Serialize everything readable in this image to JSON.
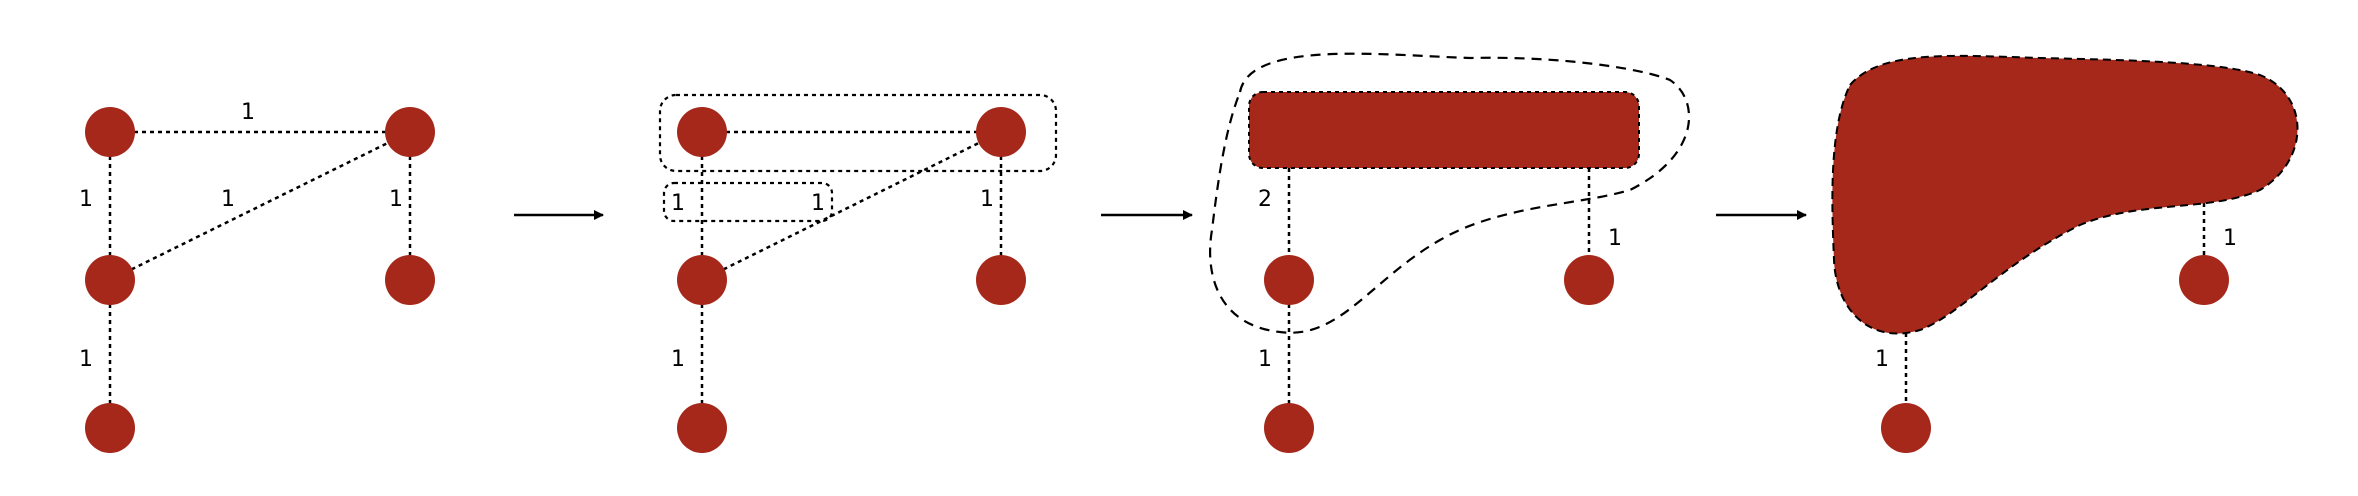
{
  "colors": {
    "node": "#a5281a",
    "line": "#000000",
    "background": "#ffffff"
  },
  "panel1": {
    "edge_labels": {
      "top": "1",
      "diagonal": "1",
      "left": "1",
      "right": "1",
      "bottom": "1"
    }
  },
  "panel2": {
    "edge_labels": {
      "group_left": "1",
      "group_right": "1",
      "right": "1",
      "bottom": "1"
    }
  },
  "panel3": {
    "edge_labels": {
      "left": "2",
      "right": "1",
      "bottom": "1"
    }
  },
  "panel4": {
    "edge_labels": {
      "right": "1",
      "bottom": "1"
    }
  }
}
